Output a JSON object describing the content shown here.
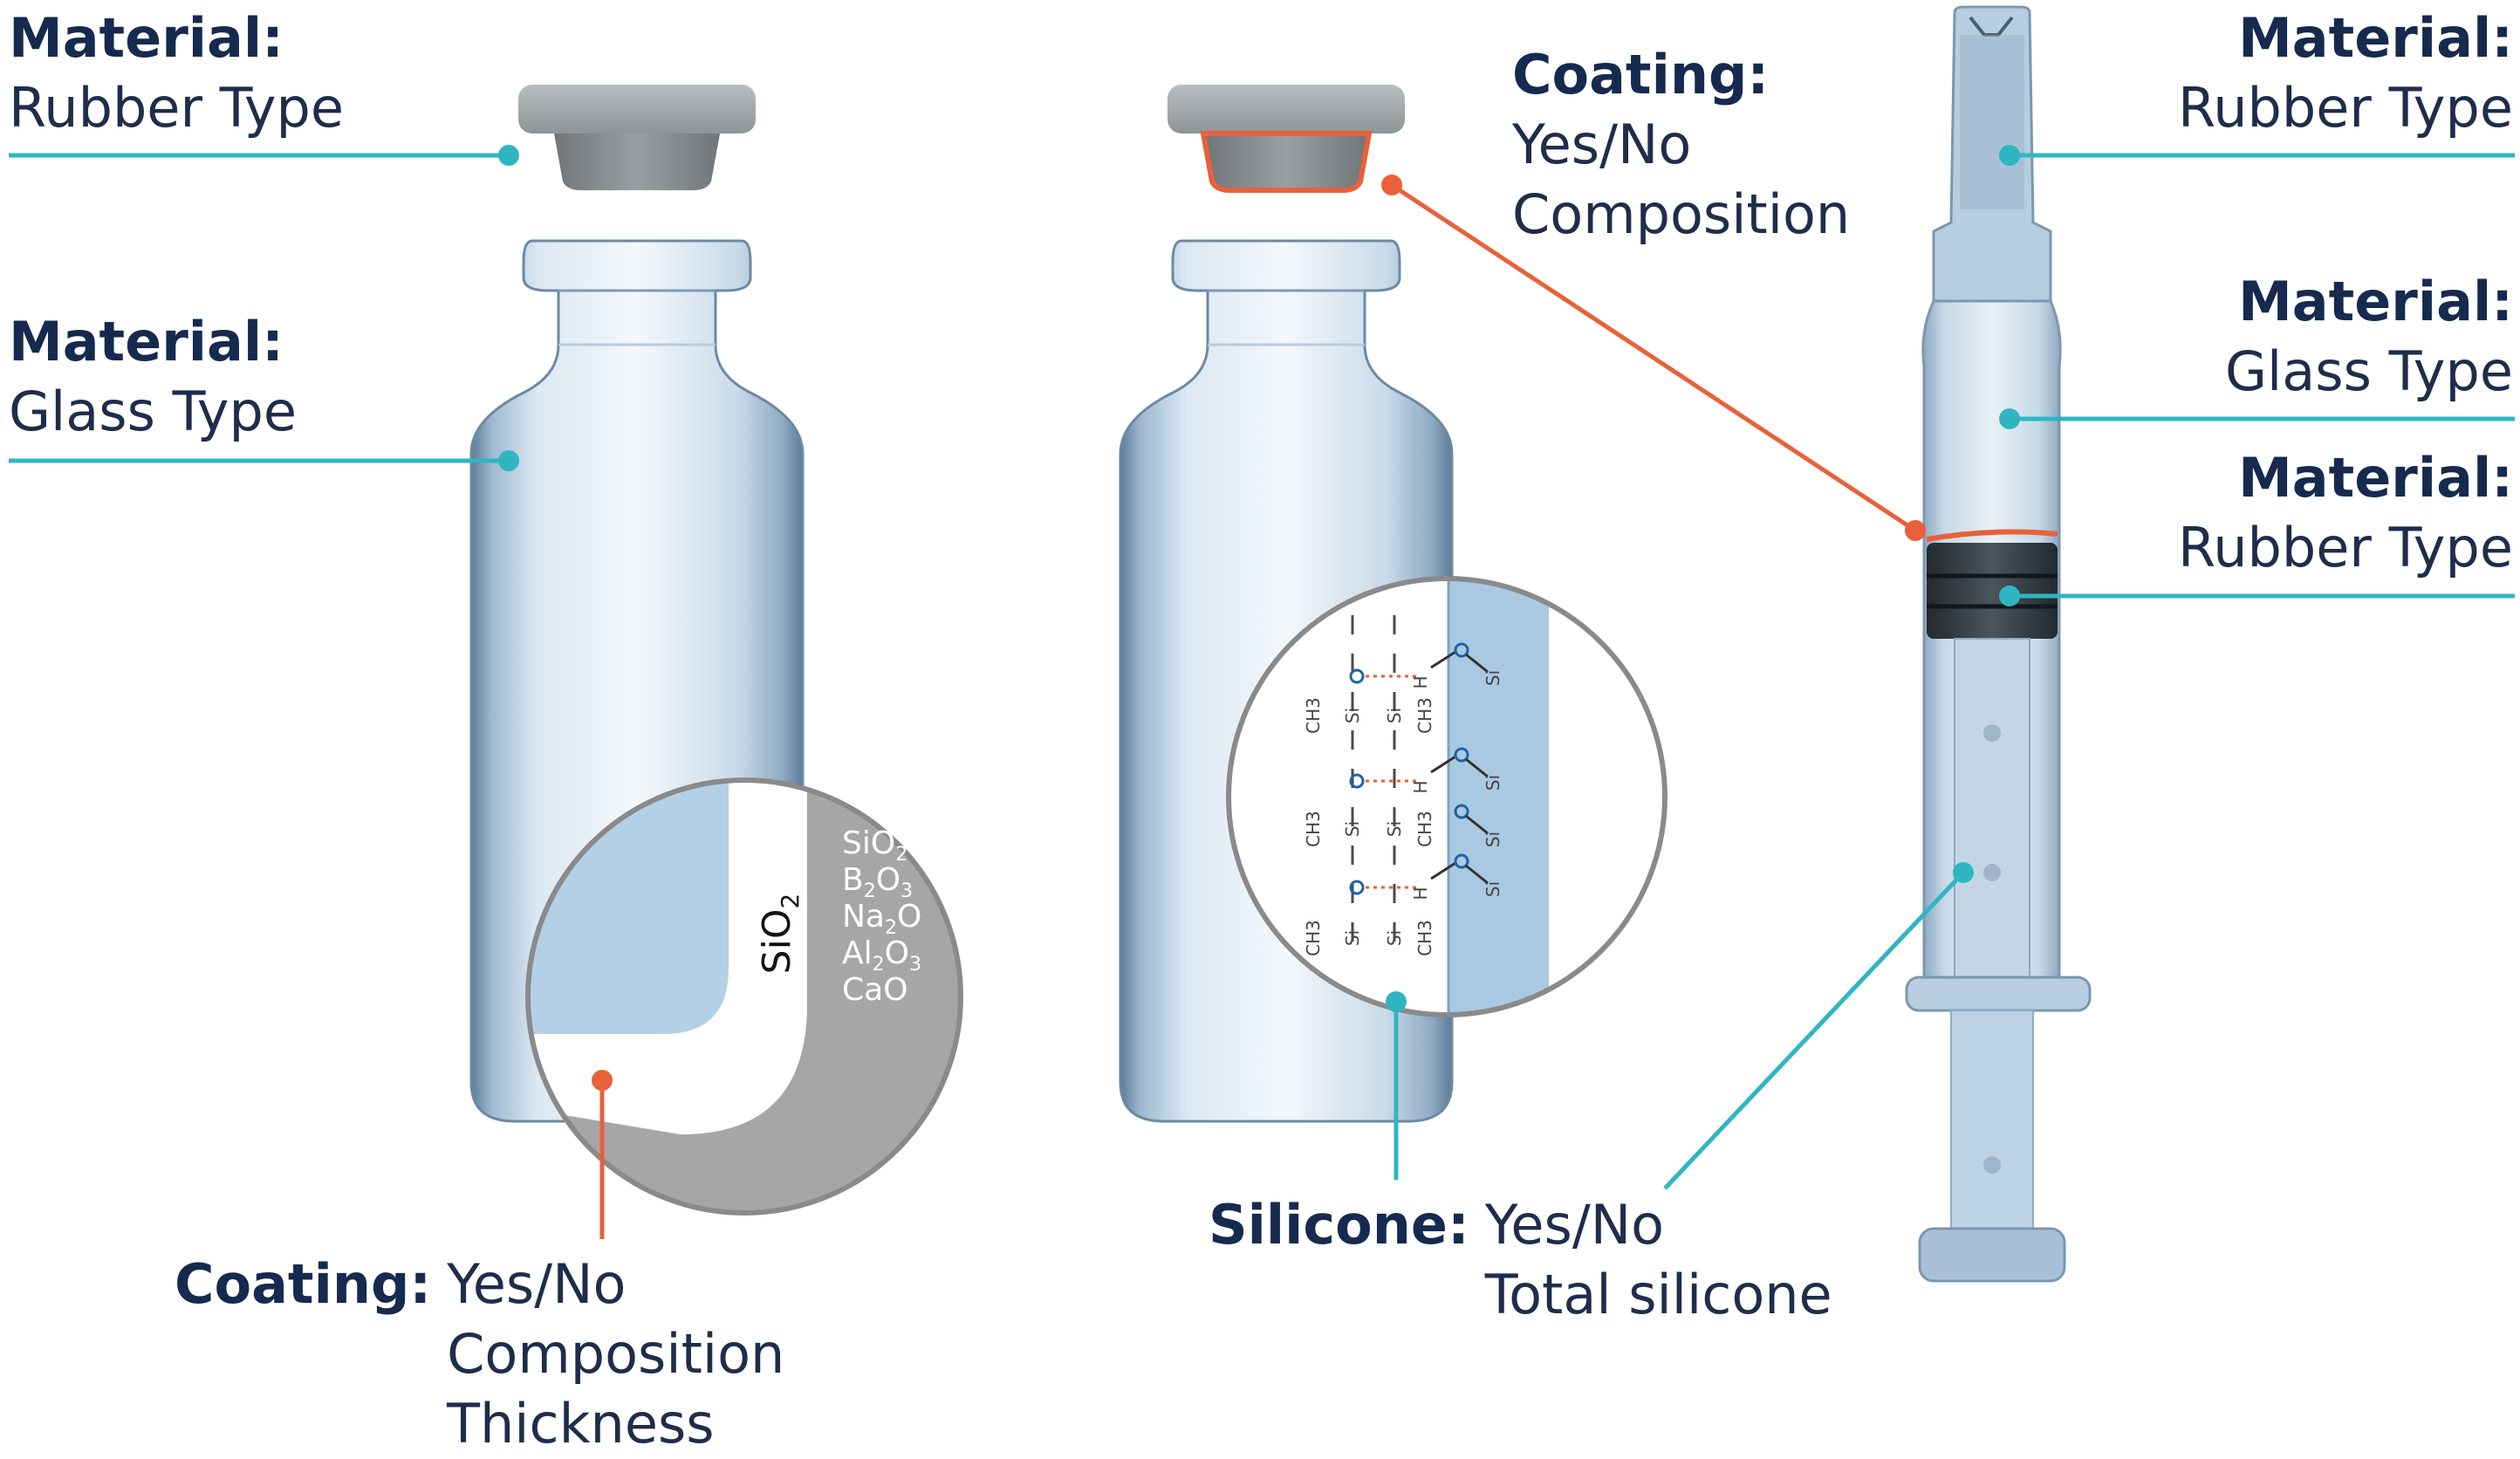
{
  "labels": {
    "vial1_stopper": {
      "heading": "Material:",
      "text": "Rubber Type"
    },
    "vial1_glass": {
      "heading": "Material:",
      "text": "Glass Type"
    },
    "vial1_coating": {
      "heading": "Coating:",
      "lines": [
        "Yes/No",
        "Composition",
        "Thickness"
      ]
    },
    "vial2_coating": {
      "heading": "Coating:",
      "lines": [
        "Yes/No",
        "Composition"
      ]
    },
    "vial2_silicone": {
      "heading": "Silicone:",
      "lines": [
        "Yes/No",
        "Total silicone"
      ]
    },
    "syringe_cap": {
      "heading": "Material:",
      "text": "Rubber Type"
    },
    "syringe_barrel": {
      "heading": "Material:",
      "text": "Glass Type"
    },
    "syringe_plunger": {
      "heading": "Material:",
      "text": "Rubber Type"
    }
  },
  "glass_inset": {
    "surface_label": "SiO",
    "surface_sub": "2",
    "components": [
      {
        "main": "SiO",
        "sub": "2",
        "rest": ""
      },
      {
        "main": "B",
        "sub": "2",
        "rest": "O",
        "sub2": "3"
      },
      {
        "main": "Na",
        "sub": "2",
        "rest": "O",
        "sub2": ""
      },
      {
        "main": "Al",
        "sub": "2",
        "rest": "O",
        "sub2": "3"
      },
      {
        "main": "CaO",
        "sub": "",
        "rest": ""
      }
    ]
  },
  "silicone_inset": {
    "methyl": "CH",
    "methyl_sub": "3",
    "si": "Si",
    "o": "O",
    "h": "H"
  },
  "colors": {
    "teal": "#2fb6c1",
    "orange": "#e8613a",
    "navy": "#152a4e",
    "glass_blue": "#a9c6dc",
    "inset_gray": "#a6a6a6",
    "stopper_gray": "#9ea3a5"
  }
}
